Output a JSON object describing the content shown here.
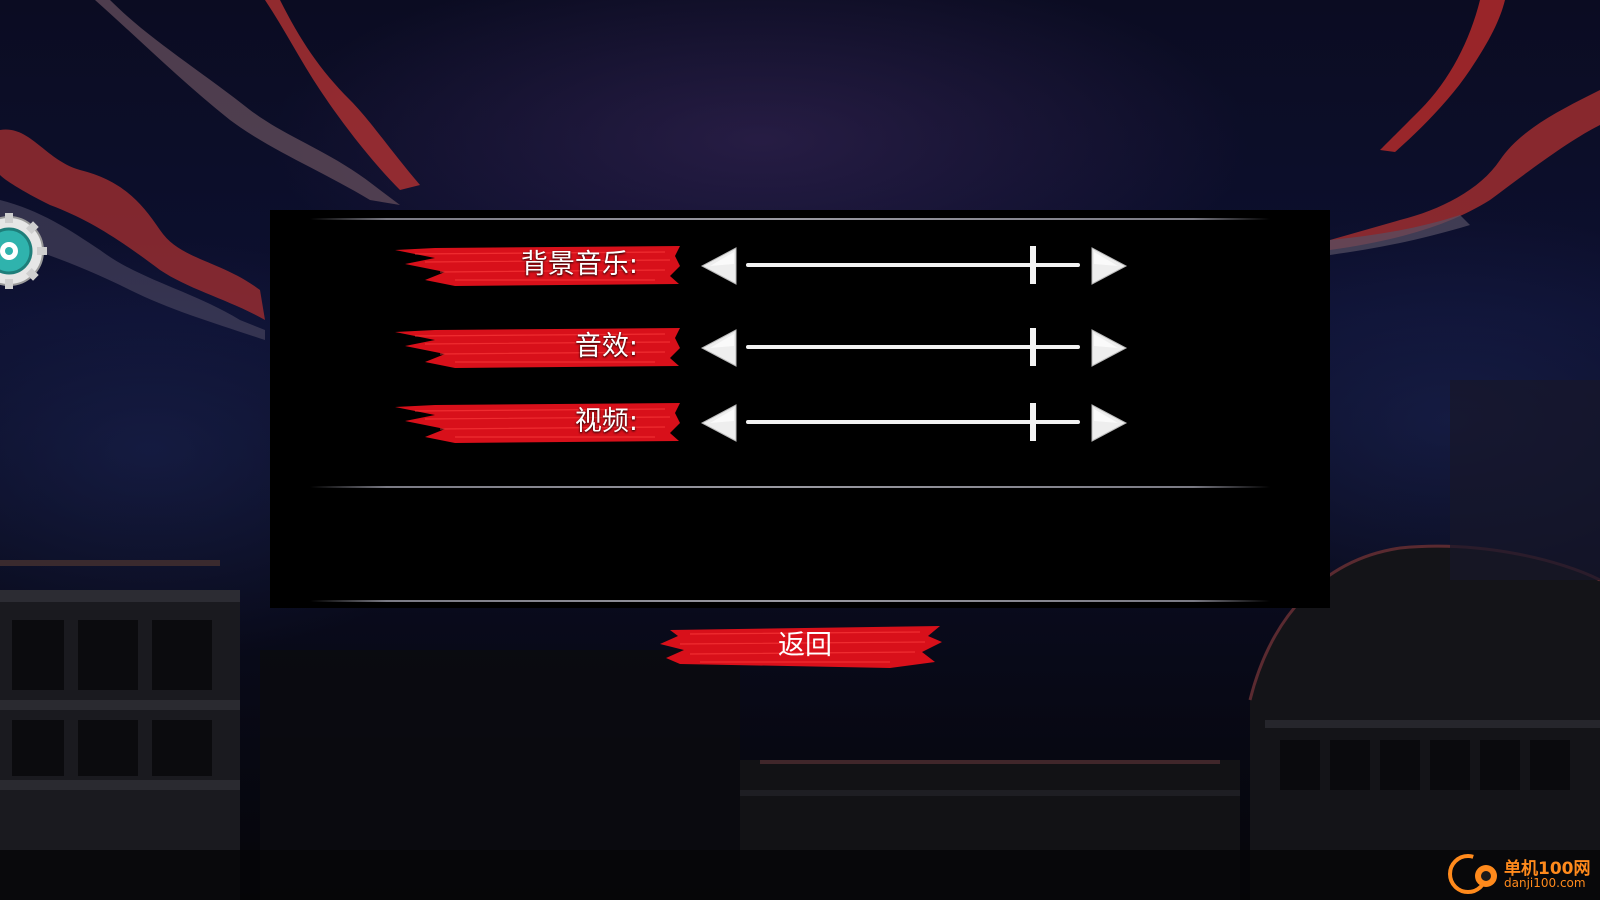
{
  "settings": {
    "rows": [
      {
        "label": "背景音乐:",
        "value": 0.86
      },
      {
        "label": "音效:",
        "value": 0.86
      },
      {
        "label": "视频:",
        "value": 0.86
      }
    ],
    "back_label": "返回"
  },
  "watermark": {
    "title": "单机100网",
    "url": "danji100.com"
  },
  "colors": {
    "accent_red": "#d8101a",
    "panel_bg": "#000000",
    "text": "#ffffff",
    "watermark_orange": "#ff8a1c"
  }
}
